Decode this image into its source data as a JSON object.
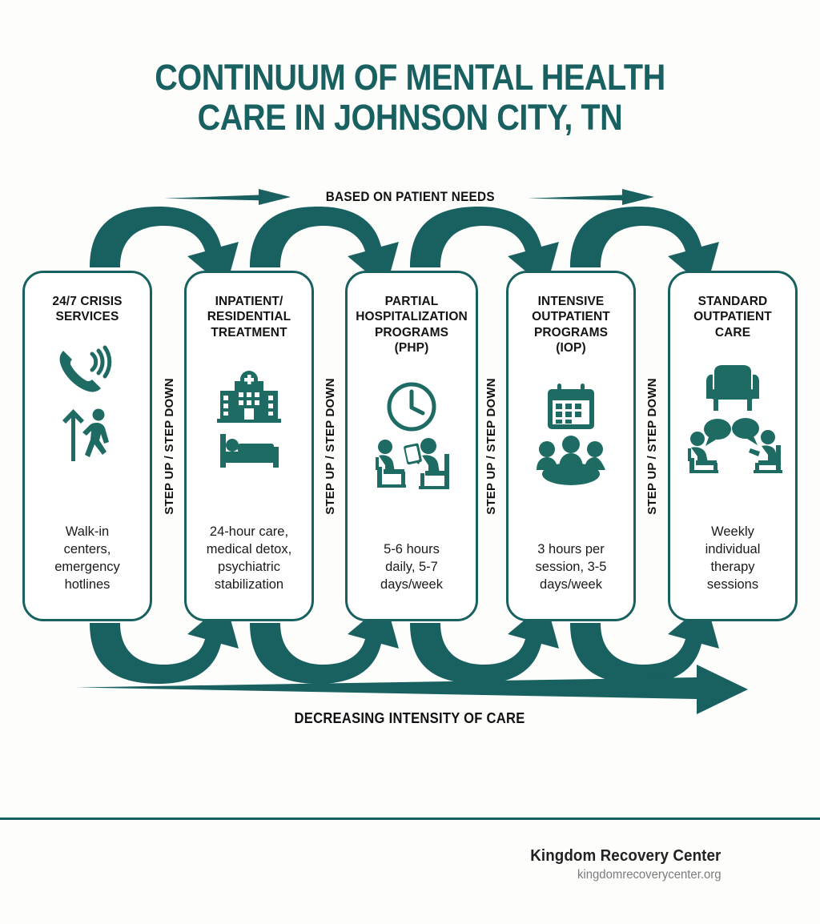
{
  "theme": {
    "teal": "#186160",
    "background": "#fdfdfc",
    "text_dark": "#141414",
    "text_muted": "#7c7c7c"
  },
  "title": "CONTINUUM OF MENTAL HEALTH\nCARE IN JOHNSON CITY, TN",
  "top_band": {
    "label": "BASED ON PATIENT NEEDS",
    "left_arrow_icon": "right-arrow-icon",
    "right_arrow_icon": "right-arrow-icon"
  },
  "connector_label": "STEP UP / STEP DOWN",
  "connectors": [
    {
      "label": "STEP UP / STEP DOWN"
    },
    {
      "label": "STEP UP / STEP DOWN"
    },
    {
      "label": "STEP UP / STEP DOWN"
    },
    {
      "label": "STEP UP / STEP DOWN"
    }
  ],
  "cards": [
    {
      "id": "crisis-services",
      "heading": "24/7 CRISIS\nSERVICES",
      "body": "Walk-in\ncenters,\nemergency\nhotlines",
      "icons": [
        "phone-signal-icon",
        "walking-person-up-arrow-icon"
      ]
    },
    {
      "id": "inpatient-residential",
      "heading": "INPATIENT/\nRESIDENTIAL\nTREATMENT",
      "body": "24-hour care,\nmedical detox,\npsychiatric\nstabilization",
      "icons": [
        "hospital-building-icon",
        "patient-bed-icon"
      ]
    },
    {
      "id": "partial-hospitalization",
      "heading": "PARTIAL\nHOSPITALIZATION\nPROGRAMS\n(PHP)",
      "body": "5-6 hours\ndaily, 5-7\ndays/week",
      "icons": [
        "clock-icon",
        "two-seated-people-icon"
      ]
    },
    {
      "id": "intensive-outpatient",
      "heading": "INTENSIVE\nOUTPATIENT\nPROGRAMS\n(IOP)",
      "body": "3 hours per\nsession, 3-5\ndays/week",
      "icons": [
        "calendar-icon",
        "group-table-icon"
      ]
    },
    {
      "id": "standard-outpatient",
      "heading": "STANDARD\nOUTPATIENT\nCARE",
      "body": "Weekly\nindividual\ntherapy\nsessions",
      "icons": [
        "armchair-icon",
        "two-people-talking-icon"
      ]
    }
  ],
  "bottom_band": {
    "label": "DECREASING INTENSITY OF CARE",
    "arrow_icon": "long-right-arrow-icon"
  },
  "footer": {
    "brand": "Kingdom Recovery Center",
    "website": "kingdomrecoverycenter.org"
  }
}
